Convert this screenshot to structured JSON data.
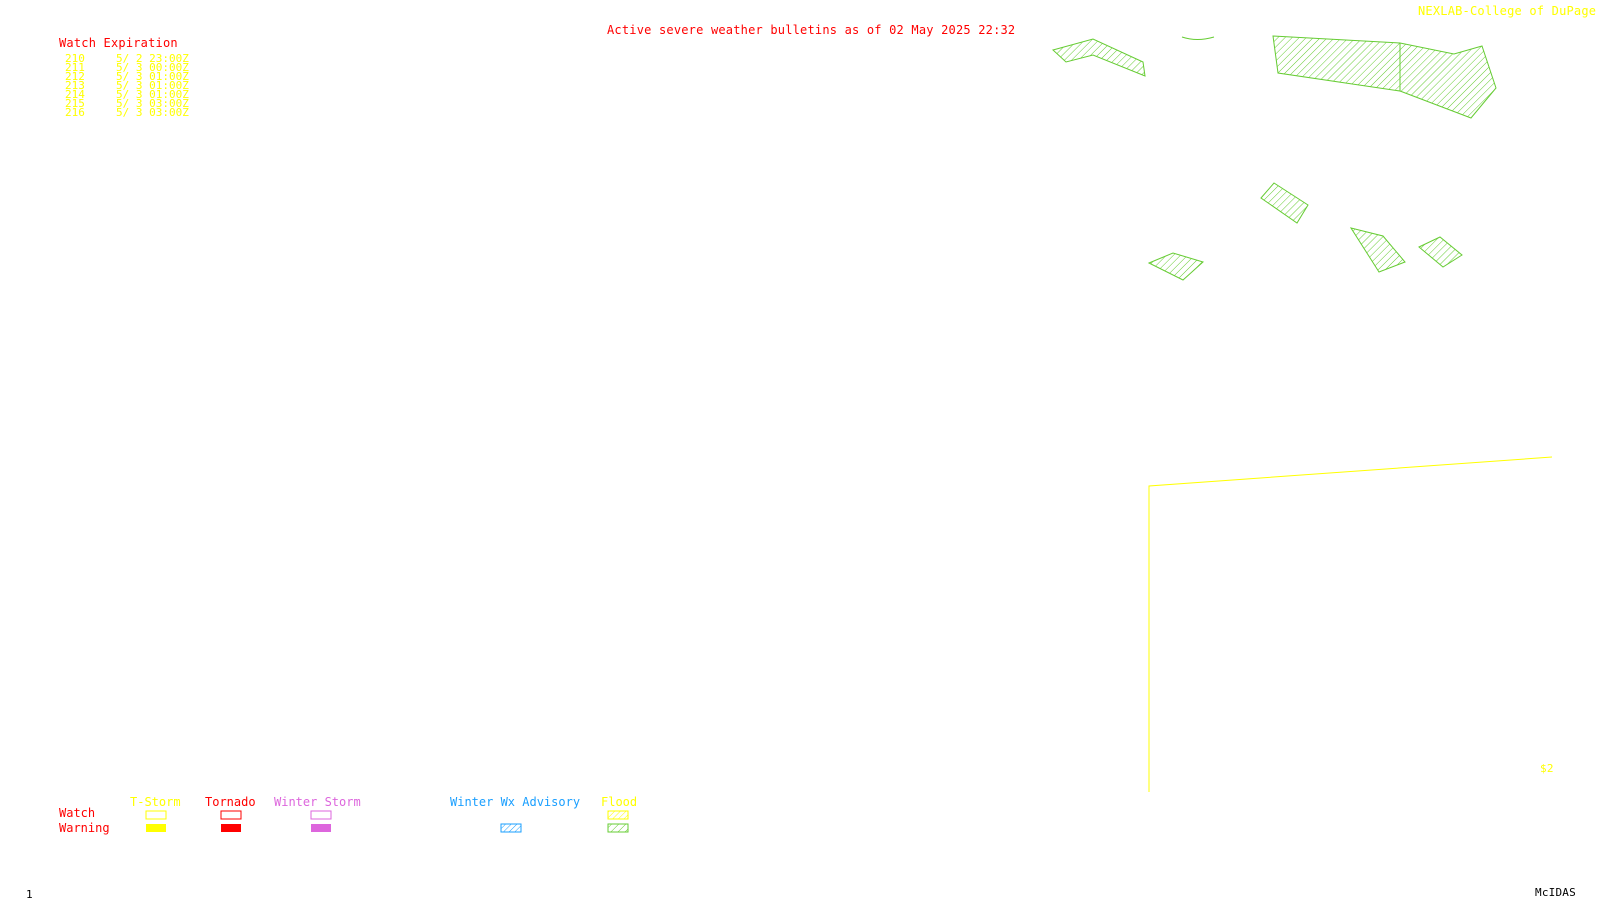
{
  "title": "Active severe weather bulletins as of 02 May 2025 22:32",
  "credit": "NEXLAB-College of DuPage R",
  "watch_table": {
    "heading": "Watch Expiration",
    "rows": [
      {
        "number": "210",
        "expires": "5/ 2 23:00Z"
      },
      {
        "number": "211",
        "expires": "5/ 3 00:00Z"
      },
      {
        "number": "212",
        "expires": "5/ 3 01:00Z"
      },
      {
        "number": "213",
        "expires": "5/ 3 01:00Z"
      },
      {
        "number": "214",
        "expires": "5/ 3 01:00Z"
      },
      {
        "number": "215",
        "expires": "5/ 3 03:00Z"
      },
      {
        "number": "216",
        "expires": "5/ 3 03:00Z"
      }
    ]
  },
  "legend": {
    "row_labels": {
      "watch": "Watch",
      "warning": "Warning"
    },
    "categories": [
      {
        "label": "T-Storm",
        "color": "#ffff00",
        "watch_style": "outline",
        "warning_style": "solid"
      },
      {
        "label": "Tornado",
        "color": "#ff0000",
        "watch_style": "outline",
        "warning_style": "solid"
      },
      {
        "label": "Winter Storm",
        "color": "#dd66dd",
        "watch_style": "outline",
        "warning_style": "solid"
      },
      {
        "label": "Winter Wx Advisory",
        "color": "#1a9fff",
        "warning_style": "hatched"
      },
      {
        "label": "Flood",
        "color": "#ffff00",
        "warning_color": "#66cc33",
        "watch_style": "hatched",
        "warning_style": "hatched"
      }
    ]
  },
  "map": {
    "flood_warning_color": "#66cc33",
    "watch_outline_color": "#ffff00",
    "panel_number": "$2"
  },
  "footer": {
    "frame_number": "1",
    "software": "McIDAS"
  }
}
